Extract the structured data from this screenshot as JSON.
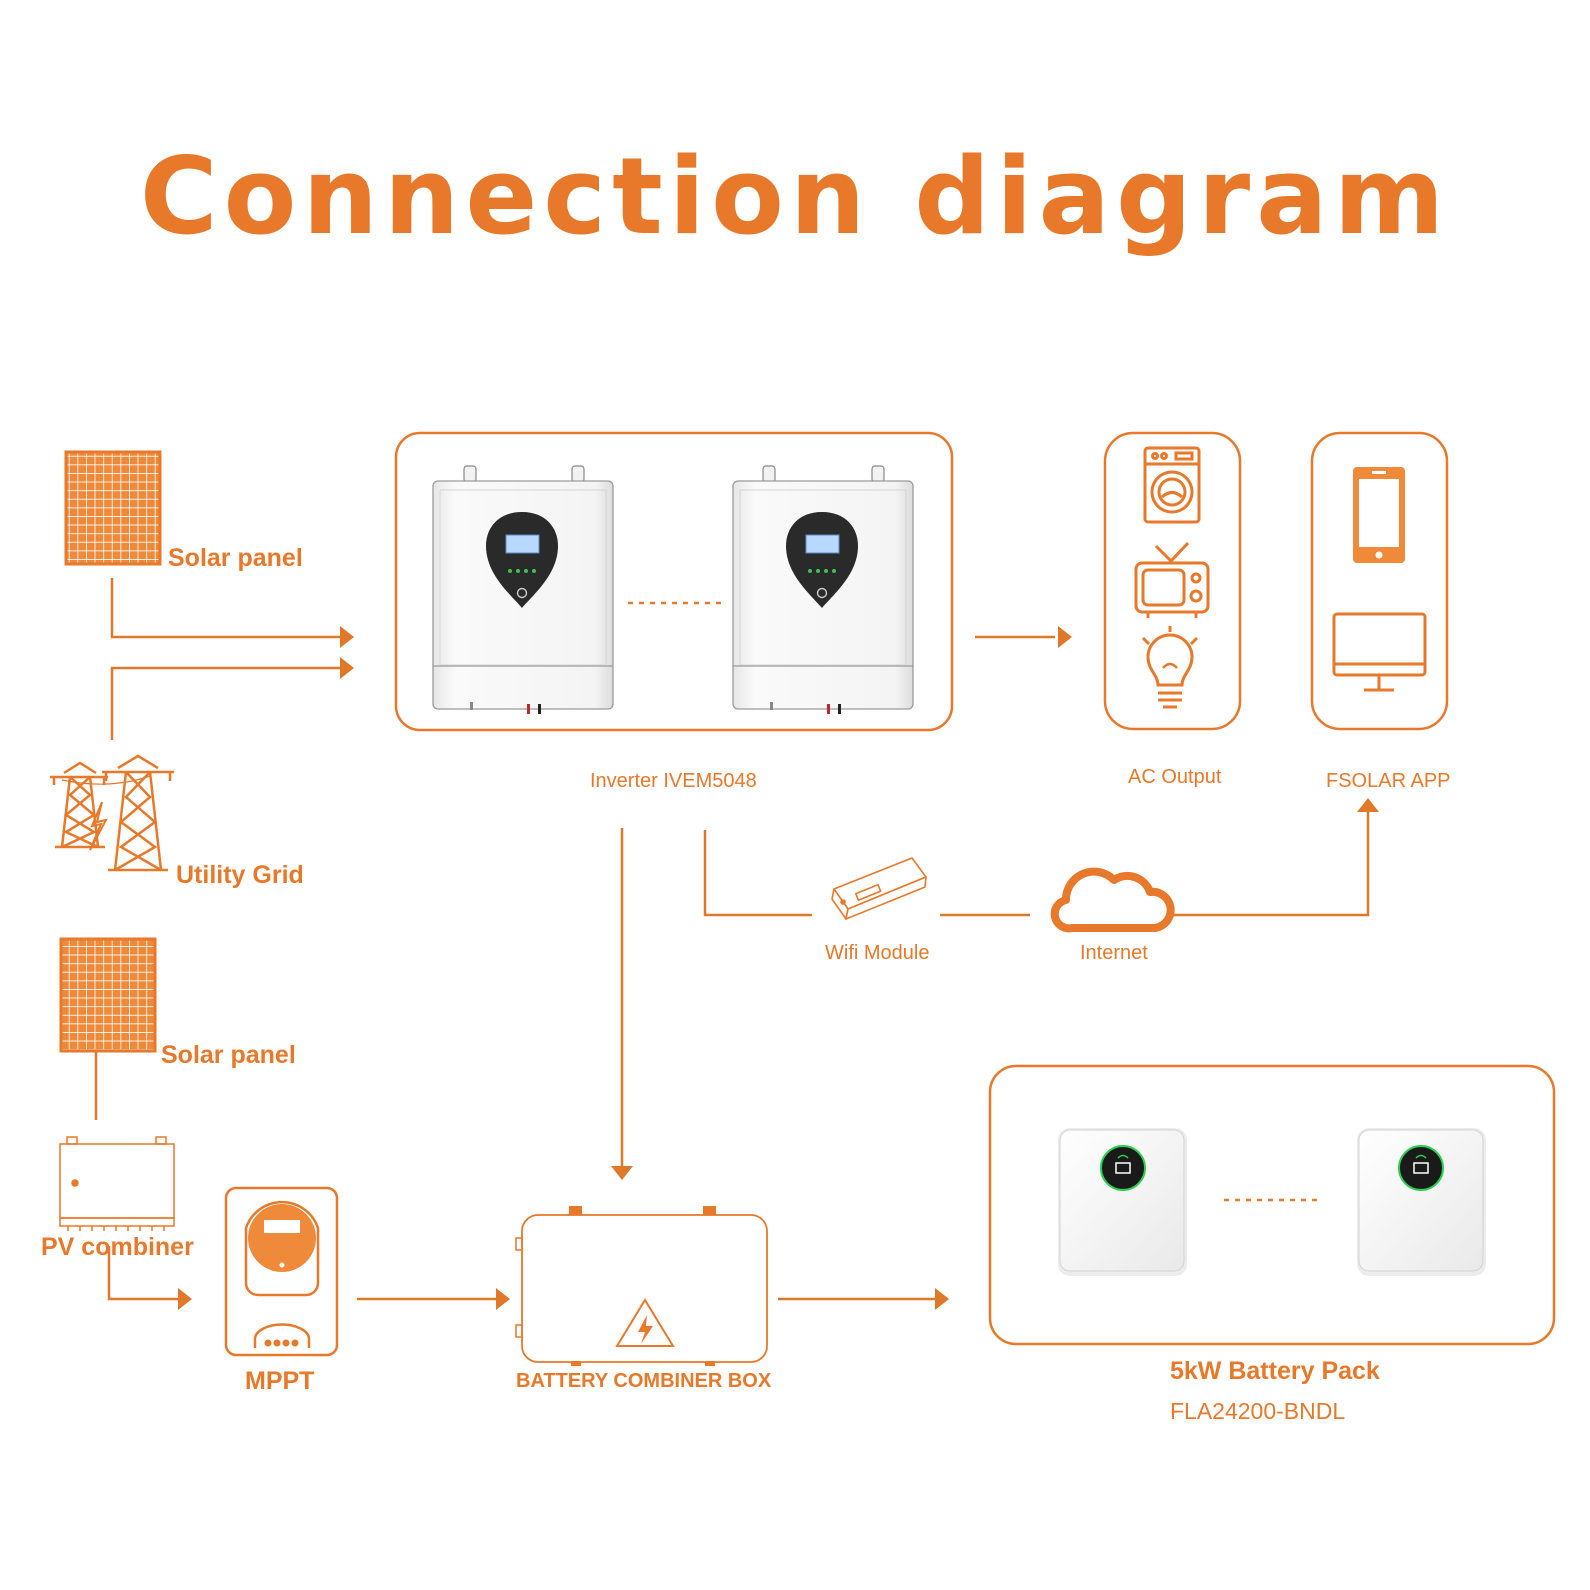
{
  "colors": {
    "accent": "#E8782A",
    "accent_fill": "#EE8A3A",
    "line": "#E0782A",
    "device_gray": "#D0D0D0",
    "screen_dark": "#2A2A2A",
    "led_green": "#27C24C"
  },
  "title": "Connection diagram",
  "labels": {
    "solar_panel_top": "Solar panel",
    "utility_grid": "Utility Grid",
    "solar_panel_bottom": "Solar panel",
    "pv_combiner": "PV combiner",
    "mppt": "MPPT",
    "battery_combiner_box": "BATTERY COMBINER BOX",
    "inverter": "Inverter IVEM5048",
    "ac_output": "AC Output",
    "fsolar_app": "FSOLAR APP",
    "wifi_module": "Wifi Module",
    "internet": "Internet",
    "battery_pack": "5kW Battery Pack",
    "battery_model": "FLA24200-BNDL"
  },
  "icons": [
    "solar-panel-icon",
    "power-tower-icon",
    "lightning-icon",
    "inverter-icon",
    "washing-machine-icon",
    "tv-icon",
    "light-bulb-icon",
    "smartphone-icon",
    "monitor-icon",
    "wifi-dongle-icon",
    "cloud-icon",
    "pv-combiner-icon",
    "mppt-controller-icon",
    "battery-combiner-box-icon",
    "high-voltage-icon",
    "battery-icon"
  ]
}
